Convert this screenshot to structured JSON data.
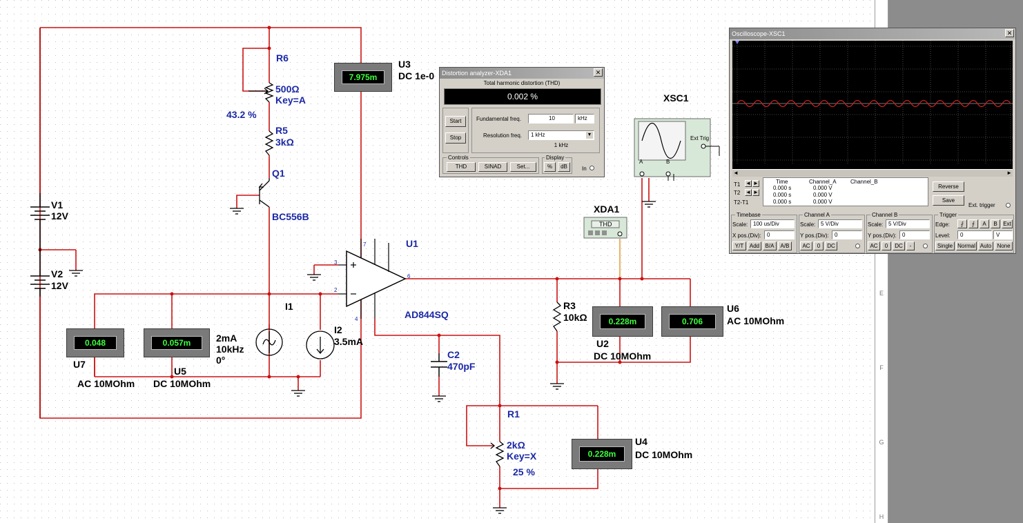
{
  "components": {
    "V1": {
      "name": "V1",
      "value": "12V"
    },
    "V2": {
      "name": "V2",
      "value": "12V"
    },
    "R6": {
      "name": "R6",
      "value": "500Ω",
      "key": "Key=A",
      "percent": "43.2 %"
    },
    "R5": {
      "name": "R5",
      "value": "3kΩ"
    },
    "Q1": {
      "name": "Q1",
      "model": "BC556B"
    },
    "U3": {
      "name": "U3",
      "mode": "DC  1e-0",
      "reading": "7.975m"
    },
    "U1": {
      "name": "U1",
      "model": "AD844SQ",
      "pins": [
        "3",
        "2",
        "6",
        "7",
        "4"
      ]
    },
    "I1": {
      "name": "I1",
      "line1": "2mA",
      "line2": "10kHz",
      "line3": "0°"
    },
    "I2": {
      "name": "I2",
      "value": "3.5mA"
    },
    "U7": {
      "name": "U7",
      "mode": "AC  10MOhm",
      "reading": "0.048"
    },
    "U5": {
      "name": "U5",
      "mode": "DC  10MOhm",
      "reading": "0.057m"
    },
    "C2": {
      "name": "C2",
      "value": "470pF"
    },
    "R1": {
      "name": "R1",
      "value": "2kΩ",
      "key": "Key=X",
      "percent": "25 %"
    },
    "U4": {
      "name": "U4",
      "mode": "DC  10MOhm",
      "reading": "0.228m"
    },
    "R3": {
      "name": "R3",
      "value": "10kΩ"
    },
    "U2": {
      "name": "U2",
      "mode": "DC  10MOhm",
      "reading": "0.228m"
    },
    "U6": {
      "name": "U6",
      "mode": "AC  10MOhm",
      "reading": "0.706"
    },
    "XDA1": {
      "name": "XDA1",
      "label": "THD"
    },
    "XSC1": {
      "name": "XSC1",
      "ext_trig": "Ext Trig",
      "chA": "A",
      "chB": "B"
    }
  },
  "sheet_rows": [
    "E",
    "F",
    "G",
    "H"
  ],
  "distortion_analyzer": {
    "title": "Distortion analyzer-XDA1",
    "close": "✕",
    "heading": "Total harmonic distortion (THD)",
    "reading": "0.002 %",
    "start": "Start",
    "stop": "Stop",
    "fund_label": "Fundamental freq.",
    "fund_value": "10",
    "fund_unit": "kHz",
    "res_label": "Resolution freq.",
    "res_value": "1 kHz",
    "res_readout": "1 kHz",
    "controls_label": "Controls",
    "thd": "THD",
    "sinad": "SINAD",
    "set": "Set...",
    "display_label": "Display",
    "percent": "%",
    "db": "dB",
    "in": "In"
  },
  "oscilloscope": {
    "title": "Oscilloscope-XSC1",
    "close": "✕",
    "cursor_rows": [
      "T1",
      "T2",
      "T2-T1"
    ],
    "col_time": "Time",
    "col_cha": "Channel_A",
    "col_chb": "Channel_B",
    "times": [
      "0.000 s",
      "0.000 s",
      "0.000 s"
    ],
    "cha_values": [
      "0.000 V",
      "0.000 V",
      "0.000 V"
    ],
    "reverse": "Reverse",
    "save": "Save",
    "ext_trigger": "Ext. trigger",
    "timebase_label": "Timebase",
    "scale_label": "Scale:",
    "timebase_scale": "100 us/Div",
    "xpos_label": "X pos.(Div):",
    "xpos": "0",
    "yt": "Y/T",
    "add": "Add",
    "ba": "B/A",
    "ab": "A/B",
    "cha_label": "Channel A",
    "cha_scale": "5  V/Div",
    "ypos_label": "Y pos.(Div):",
    "cha_ypos": "0",
    "chb_label": "Channel B",
    "chb_scale": "5  V/Div",
    "chb_ypos": "0",
    "ac": "AC",
    "zero": "0",
    "dc": "DC",
    "minus": "-",
    "trigger_label": "Trigger",
    "edge_label": "Edge:",
    "edge_a": "A",
    "edge_b": "B",
    "edge_ext": "Ext",
    "level_label": "Level:",
    "level": "0",
    "level_unit": "V",
    "single": "Single",
    "normal": "Normal",
    "auto": "Auto",
    "none": "None"
  },
  "colors": {
    "wire": "#cc1010",
    "label": "#1a28a6",
    "meter_text": "#3cff3c",
    "trace": "#d02020",
    "component": "#000000"
  }
}
